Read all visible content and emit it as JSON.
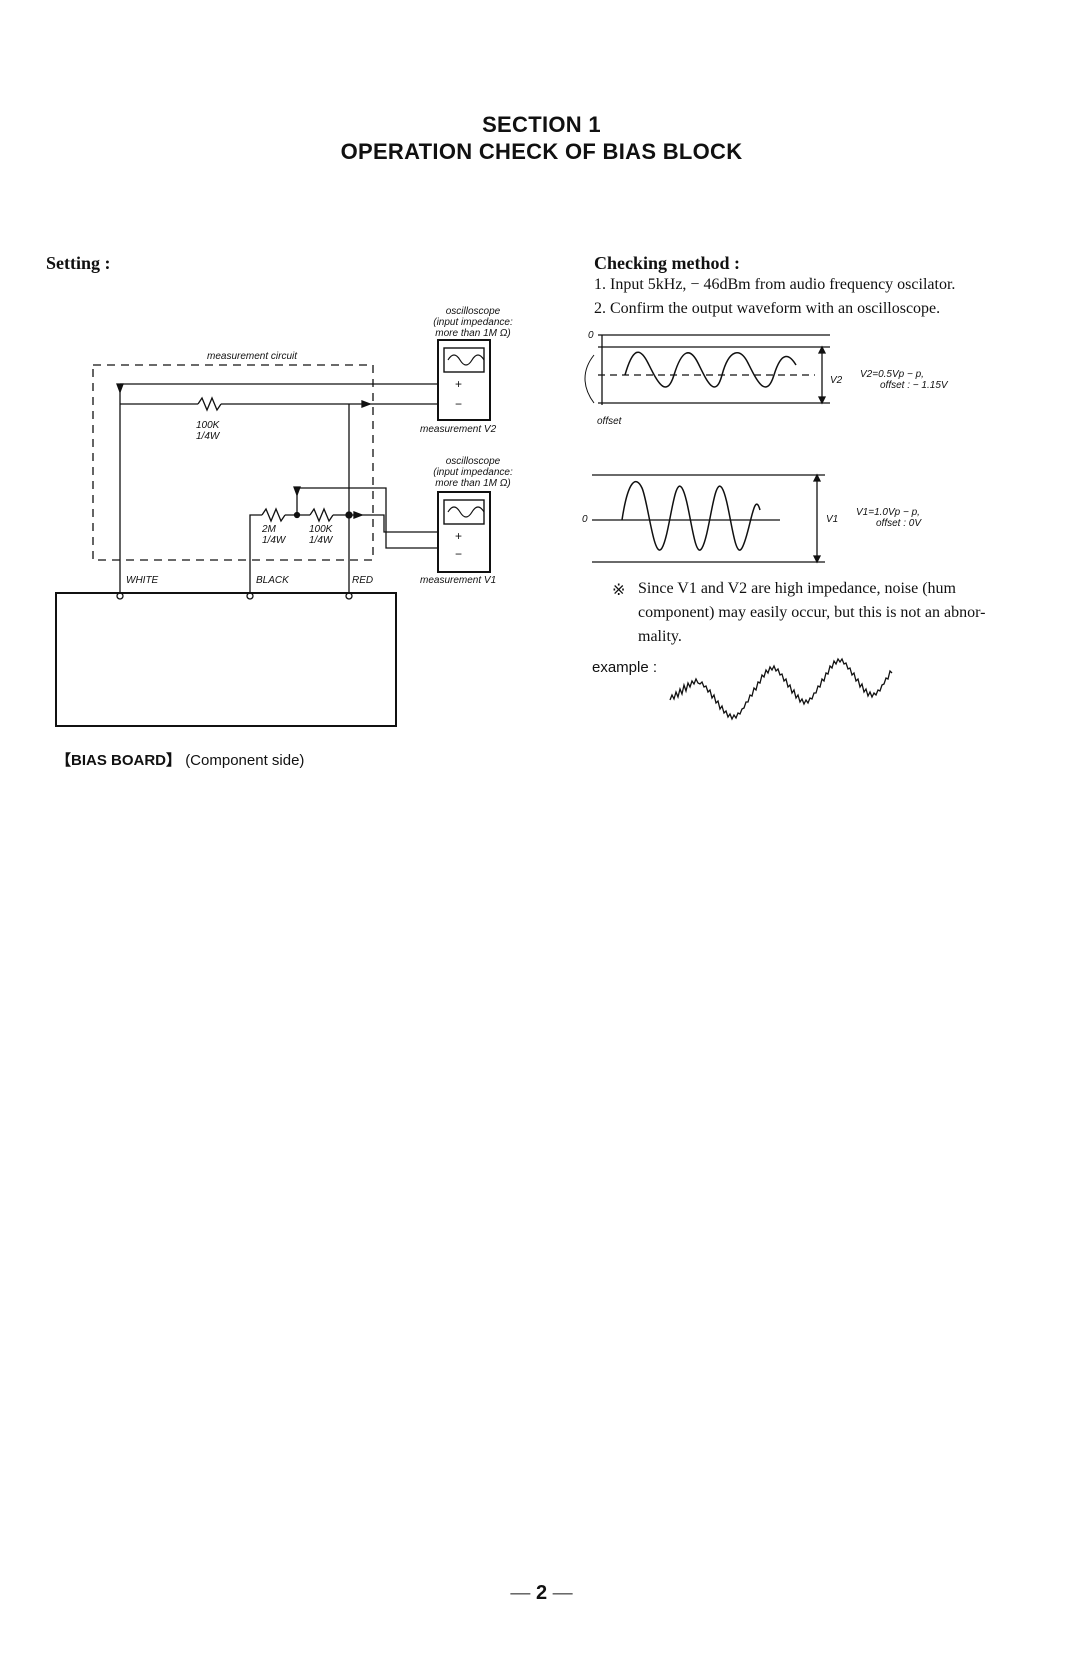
{
  "section": {
    "number": "SECTION 1",
    "title": "OPERATION CHECK OF BIAS BLOCK"
  },
  "setting": {
    "heading": "Setting :",
    "oscilloscope_top": [
      "oscilloscope",
      "(input impedance:",
      "more than 1M Ω)"
    ],
    "oscilloscope_bottom": [
      "oscilloscope",
      "(input impedance:",
      "more than 1M Ω)"
    ],
    "measurement_circuit": "measurement circuit",
    "measurement_v2": "measurement V2",
    "measurement_v1": "measurement V1",
    "resistor_top": [
      "100K",
      "1/4W"
    ],
    "resistor_left": [
      "2M",
      "1/4W"
    ],
    "resistor_right": [
      "100K",
      "1/4W"
    ],
    "plus": "+",
    "minus": "−",
    "terminals": {
      "white": "WHITE",
      "black": "BLACK",
      "red": "RED"
    },
    "board_name": "【BIAS BOARD】",
    "board_side": "(Component side)"
  },
  "checking": {
    "heading": "Checking method :",
    "step1": "1. Input 5kHz, − 46dBm from audio frequency oscilator.",
    "step2": "2. Confirm the output waveform with an oscilloscope.",
    "wave1": {
      "zero": "0",
      "label": "V2",
      "spec": "V2=0.5Vp − p,",
      "offset": "offset : − 1.15V",
      "offset_label": "offset"
    },
    "wave2": {
      "zero": "0",
      "label": "V1",
      "spec": "V1=1.0Vp − p,",
      "offset": "offset : 0V"
    },
    "note_mark": "※",
    "note_line1": "Since  V1  and  V2  are  high  impedance,  noise  (hum",
    "note_line2": "component)  may  easily  occur,  but  this  is  not  an  abnor-",
    "note_line3": "mality.",
    "example_label": "example :"
  },
  "page_number": "2"
}
